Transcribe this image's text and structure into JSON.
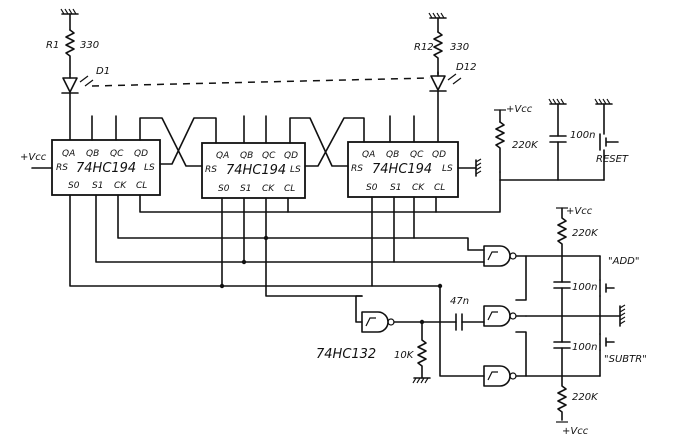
{
  "resistors": {
    "r1": "R1",
    "r1_value": "330",
    "r12": "R12",
    "r12_value": "330",
    "rst": "220K",
    "add": "220K",
    "sub": "220K",
    "pulldown": "10K"
  },
  "leds": {
    "d1": "D1",
    "d12": "D12"
  },
  "chips": [
    {
      "name": "74HC194",
      "pins_top": [
        "QA",
        "QB",
        "QC",
        "QD"
      ],
      "pin_left": "RS",
      "pin_right": "LS",
      "pins_bottom": [
        "S0",
        "S1",
        "CK",
        "CL"
      ]
    },
    {
      "name": "74HC194",
      "pins_top": [
        "QA",
        "QB",
        "QC",
        "QD"
      ],
      "pin_left": "RS",
      "pin_right": "LS",
      "pins_bottom": [
        "S0",
        "S1",
        "CK",
        "CL"
      ]
    },
    {
      "name": "74HC194",
      "pins_top": [
        "QA",
        "QB",
        "QC",
        "QD"
      ],
      "pin_left": "RS",
      "pin_right": "LS",
      "pins_bottom": [
        "S0",
        "S1",
        "CK",
        "CL"
      ]
    }
  ],
  "supply": {
    "vcc_left": "+Vcc",
    "vcc_reset": "+Vcc",
    "vcc_top_right": "+Vcc",
    "vcc_bottom": "+Vcc"
  },
  "capacitors": {
    "reset": "100n",
    "add": "100n",
    "sub": "100n",
    "coupling": "47n"
  },
  "buttons": {
    "reset": "RESET",
    "add": "\"ADD\"",
    "sub": "\"SUBTR\""
  },
  "ic_gates": "74HC132"
}
